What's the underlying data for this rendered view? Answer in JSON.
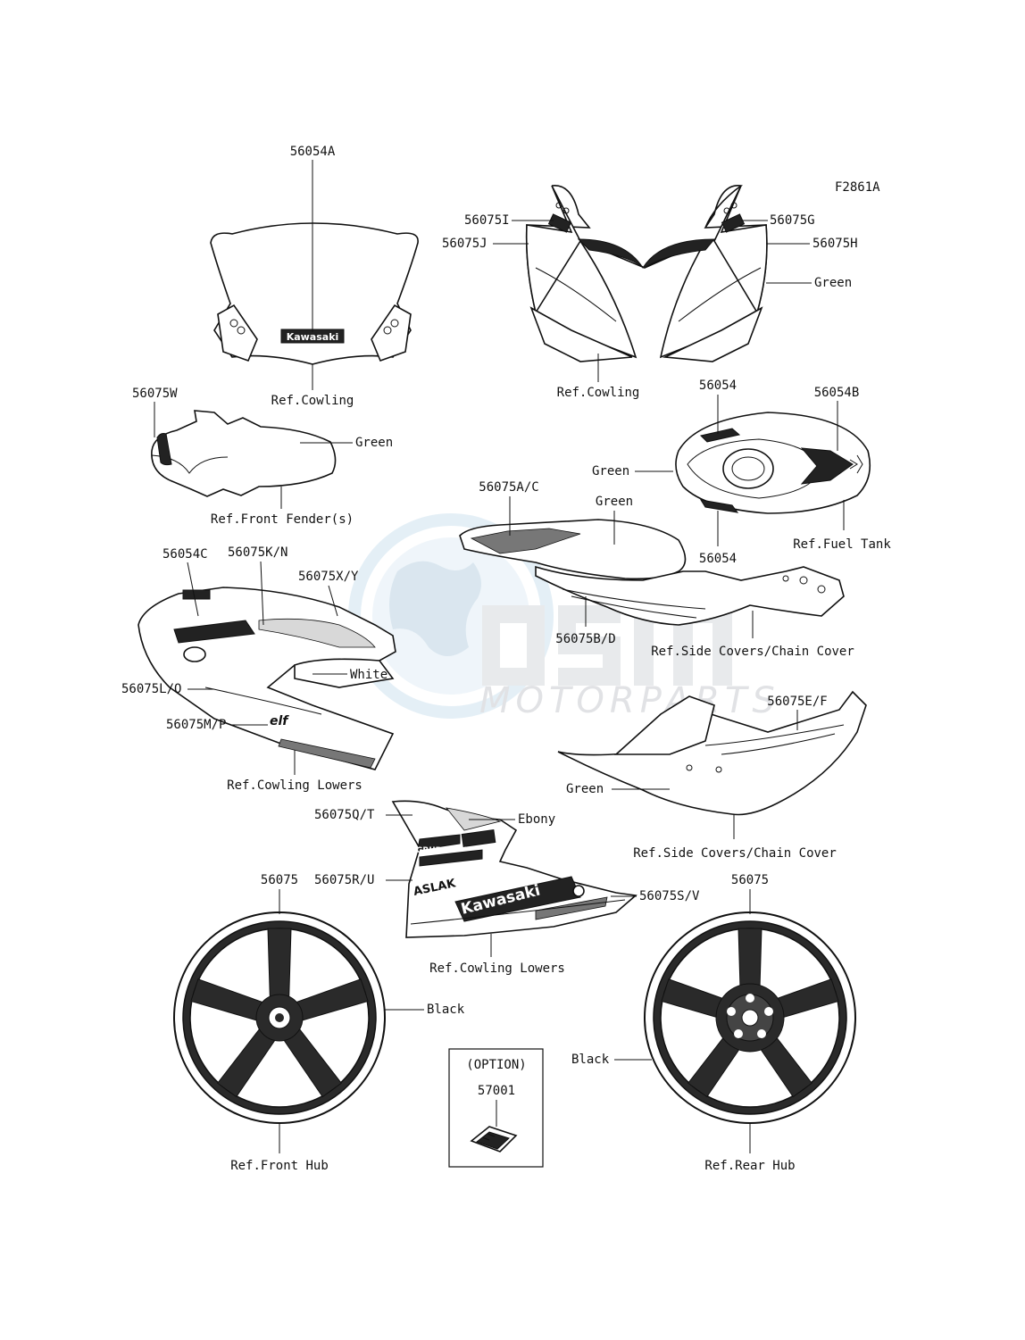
{
  "figure_code": "F2861A",
  "watermark": {
    "text": "MOTORPARTS"
  },
  "labels": {
    "windscreen_part": "56054A",
    "windscreen_ref": "Ref.Cowling",
    "cowl_56075I": "56075I",
    "cowl_56075J": "56075J",
    "cowl_56075G": "56075G",
    "cowl_56075H": "56075H",
    "cowl_green": "Green",
    "cowl_ref": "Ref.Cowling",
    "fender_part": "56075W",
    "fender_green": "Green",
    "fender_ref": "Ref.Front Fender(s)",
    "tank_56054_top": "56054",
    "tank_56054b": "56054B",
    "tank_green": "Green",
    "tank_56054_bottom": "56054",
    "tank_ref": "Ref.Fuel Tank",
    "tail_56075ac": "56075A/C",
    "tail_green": "Green",
    "tail_56075bd": "56075B/D",
    "tail_ref": "Ref.Side Covers/Chain Cover",
    "side_56054c": "56054C",
    "side_56075kn": "56075K/N",
    "side_56075xy": "56075X/Y",
    "side_white": "White",
    "side_56075lo": "56075L/O",
    "side_56075mp": "56075M/P",
    "side_ref": "Ref.Cowling Lowers",
    "under_56075ef": "56075E/F",
    "under_green": "Green",
    "under_ref": "Ref.Side Covers/Chain Cover",
    "lower_56075qt": "56075Q/T",
    "lower_ebony": "Ebony",
    "lower_56075ru": "56075R/U",
    "lower_56075sv": "56075S/V",
    "lower_ref": "Ref.Cowling Lowers",
    "front_wheel_part": "56075",
    "front_wheel_black": "Black",
    "front_wheel_ref": "Ref.Front Hub",
    "rear_wheel_part": "56075",
    "rear_wheel_black": "Black",
    "rear_wheel_ref": "Ref.Rear Hub",
    "option_title": "(OPTION)",
    "option_part": "57001"
  },
  "decal_text": {
    "windscreen_logo": "Kawasaki",
    "lower_logo": "Kawasaki",
    "lower_sponsor_1": "GRUPO ADI",
    "lower_sponsor_2": "ASLAK",
    "side_logo": "elf"
  }
}
